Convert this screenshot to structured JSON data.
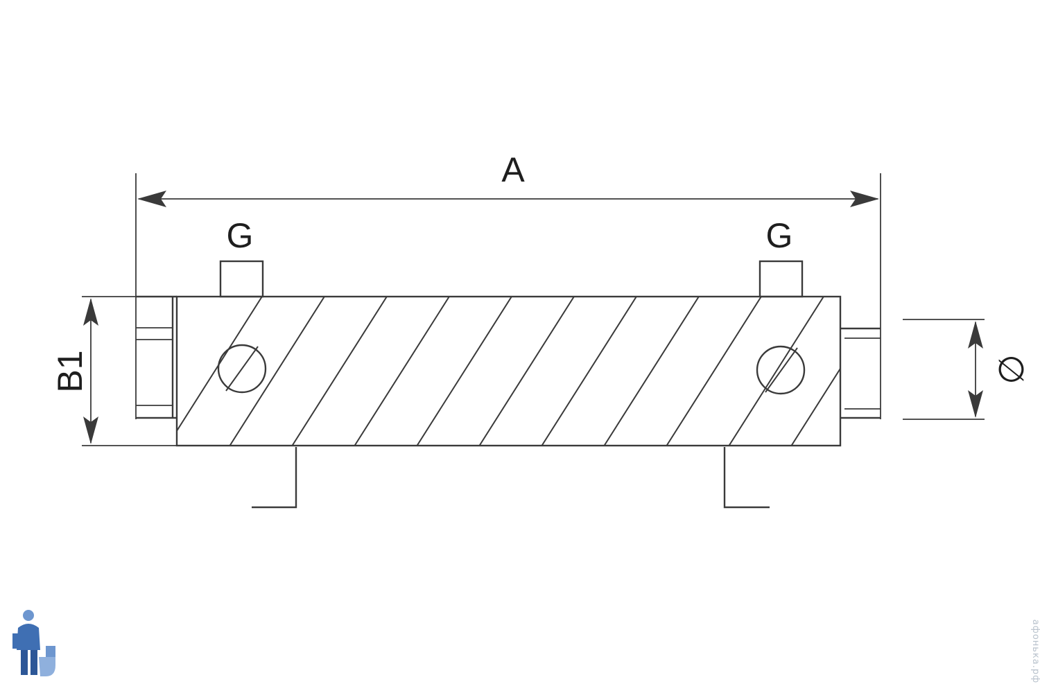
{
  "diagram": {
    "labels": {
      "length": "A",
      "height": "B1",
      "diameter": "∅",
      "thread_left": "G",
      "thread_right": "G"
    },
    "watermark": "афонька.рф"
  },
  "colors": {
    "line": "#3a3a3a",
    "text": "#1e1e1e",
    "logo": "#3f6fb3",
    "watermark": "#b8c2cc"
  },
  "icons": {
    "logo": "plumber-logo-icon"
  }
}
